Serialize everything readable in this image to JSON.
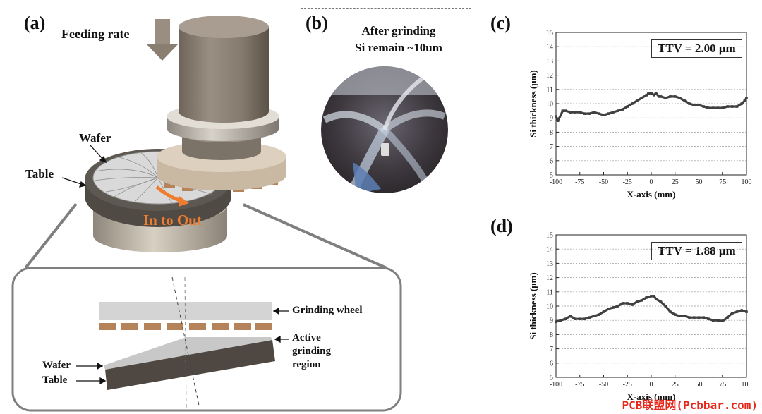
{
  "panel_a": {
    "label": "(a)",
    "feeding_rate": "Feeding rate",
    "wafer": "Wafer",
    "table": "Table",
    "in_to_out": "In to Out",
    "zoom": {
      "grinding_wheel": "Grinding wheel",
      "active_line1": "Active",
      "active_line2": "grinding",
      "active_line3": "region",
      "wafer": "Wafer",
      "table": "Table"
    }
  },
  "panel_b": {
    "label": "(b)",
    "line1": "After grinding",
    "line2": "Si remain ~10um"
  },
  "colors": {
    "wheel_copper": "#b5835a",
    "orange_arrow": "#ee7d2f",
    "red_line": "#c0201a",
    "data_series": "#404040"
  },
  "chart_data": [
    {
      "panel_label": "(c)",
      "type": "line",
      "xlabel": "X-axis (mm)",
      "ylabel": "Si thickness (μm)",
      "xlim": [
        -100,
        100
      ],
      "ylim": [
        5,
        15
      ],
      "xticks": [
        "-100",
        "-75",
        "-50",
        "-25",
        "0",
        "25",
        "50",
        "75",
        "100"
      ],
      "yticks": [
        "5",
        "6",
        "7",
        "8",
        "9",
        "10",
        "11",
        "12",
        "13",
        "14",
        "15"
      ],
      "grid": "horizontal dotted",
      "annotation": "TTV = 2.00 μm",
      "series": [
        {
          "x": [
            -100,
            -98,
            -95,
            -93,
            -90,
            -85,
            -80,
            -75,
            -70,
            -65,
            -60,
            -55,
            -50,
            -45,
            -40,
            -35,
            -30,
            -25,
            -20,
            -15,
            -10,
            -5,
            -3,
            0,
            3,
            5,
            8,
            10,
            15,
            20,
            25,
            30,
            35,
            40,
            45,
            50,
            55,
            60,
            65,
            70,
            75,
            80,
            85,
            90,
            95,
            98,
            100
          ],
          "y": [
            9.1,
            8.8,
            9.2,
            9.5,
            9.5,
            9.4,
            9.4,
            9.4,
            9.3,
            9.3,
            9.4,
            9.3,
            9.2,
            9.3,
            9.4,
            9.5,
            9.6,
            9.8,
            10.0,
            10.2,
            10.4,
            10.6,
            10.7,
            10.75,
            10.6,
            10.75,
            10.5,
            10.5,
            10.4,
            10.5,
            10.5,
            10.4,
            10.2,
            10.0,
            9.9,
            9.9,
            9.8,
            9.7,
            9.7,
            9.7,
            9.7,
            9.8,
            9.8,
            9.8,
            10.0,
            10.2,
            10.4
          ]
        }
      ]
    },
    {
      "panel_label": "(d)",
      "type": "line",
      "xlabel": "X-axis (mm)",
      "ylabel": "Si thickness (μm)",
      "xlim": [
        -100,
        100
      ],
      "ylim": [
        5,
        15
      ],
      "xticks": [
        "-100",
        "-75",
        "-50",
        "-25",
        "0",
        "25",
        "50",
        "75",
        "100"
      ],
      "yticks": [
        "5",
        "6",
        "7",
        "8",
        "9",
        "10",
        "11",
        "12",
        "13",
        "14",
        "15"
      ],
      "grid": "horizontal dotted",
      "annotation": "TTV = 1.88 μm",
      "series": [
        {
          "x": [
            -100,
            -95,
            -90,
            -85,
            -80,
            -75,
            -70,
            -65,
            -60,
            -55,
            -50,
            -45,
            -40,
            -35,
            -30,
            -25,
            -20,
            -15,
            -10,
            -5,
            0,
            3,
            5,
            10,
            15,
            20,
            25,
            30,
            35,
            40,
            45,
            50,
            55,
            60,
            65,
            70,
            75,
            80,
            85,
            90,
            95,
            100
          ],
          "y": [
            8.9,
            9.0,
            9.1,
            9.3,
            9.1,
            9.1,
            9.1,
            9.2,
            9.3,
            9.4,
            9.6,
            9.8,
            9.9,
            10.0,
            10.2,
            10.2,
            10.1,
            10.3,
            10.4,
            10.6,
            10.7,
            10.7,
            10.5,
            10.3,
            10.0,
            9.6,
            9.4,
            9.3,
            9.3,
            9.2,
            9.2,
            9.2,
            9.2,
            9.1,
            9.0,
            9.0,
            8.95,
            9.2,
            9.5,
            9.6,
            9.7,
            9.6
          ]
        }
      ]
    }
  ],
  "watermark": "PCB联盟网(Pcbbar.com)"
}
